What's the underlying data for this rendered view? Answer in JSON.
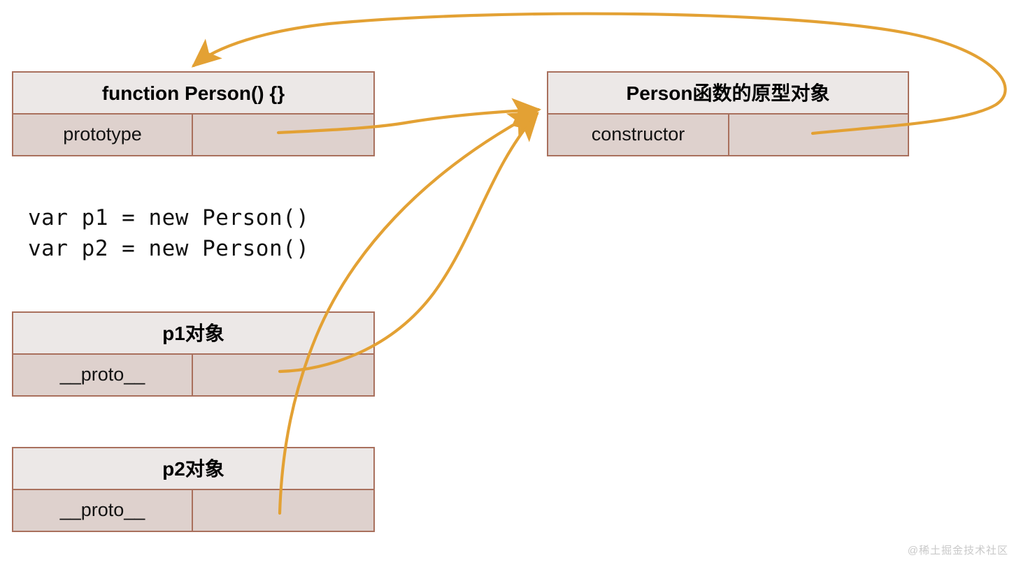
{
  "diagram": {
    "title": "JavaScript prototype chain diagram",
    "colors": {
      "box_border": "#a9705d",
      "box_header_bg": "#ece8e7",
      "box_row_bg": "#ded1cd",
      "arrow": "#e3a134",
      "text": "#111111",
      "watermark": "#c9c9c9",
      "background": "#ffffff"
    },
    "boxes": [
      {
        "id": "person",
        "title": "function Person() {}",
        "key": "prototype",
        "value": ""
      },
      {
        "id": "prototype",
        "title": "Person函数的原型对象",
        "key": "constructor",
        "value": ""
      },
      {
        "id": "p1",
        "title": "p1对象",
        "key": "__proto__",
        "value": ""
      },
      {
        "id": "p2",
        "title": "p2对象",
        "key": "__proto__",
        "value": ""
      }
    ],
    "code": "var p1 = new Person()\nvar p2 = new Person()",
    "arrows": [
      {
        "id": "prototype-to-proto-object",
        "from": "person.prototype value cell",
        "to": "Person函数的原型对象 box left edge"
      },
      {
        "id": "constructor-to-function",
        "from": "prototype.constructor value cell",
        "to": "function Person() {} box top edge"
      },
      {
        "id": "p1-proto-to-proto-object",
        "from": "p1.__proto__ value cell",
        "to": "Person函数的原型对象 box left edge"
      },
      {
        "id": "p2-proto-to-proto-object",
        "from": "p2.__proto__ value cell",
        "to": "Person函数的原型对象 box left edge"
      }
    ],
    "watermark": "@稀土掘金技术社区"
  }
}
